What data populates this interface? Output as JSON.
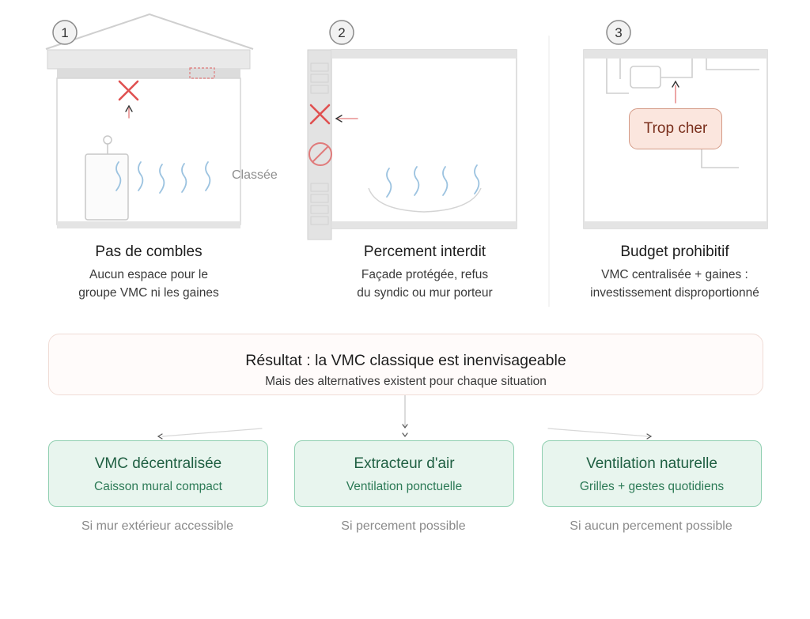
{
  "panels": [
    {
      "number": "1",
      "title": "Pas de combles",
      "desc_line1": "Aucun espace pour le",
      "desc_line2": "groupe VMC ni les gaines"
    },
    {
      "number": "2",
      "title": "Percement interdit",
      "desc_line1": "Façade protégée, refus",
      "desc_line2": "du syndic ou mur porteur",
      "badge": "Classée"
    },
    {
      "number": "3",
      "title": "Budget prohibitif",
      "desc_line1": "VMC centralisée + gaines :",
      "desc_line2": "investissement disproportionné",
      "badge": "Trop cher"
    }
  ],
  "result": {
    "title": "Résultat : la VMC classique est inenvisageable",
    "subtitle": "Mais des alternatives existent pour chaque situation"
  },
  "solutions": [
    {
      "title": "VMC décentralisée",
      "subtitle": "Caisson mural compact",
      "condition": "Si mur extérieur accessible"
    },
    {
      "title": "Extracteur d'air",
      "subtitle": "Ventilation ponctuelle",
      "condition": "Si percement possible"
    },
    {
      "title": "Ventilation naturelle",
      "subtitle": "Grilles + gestes quotidiens",
      "condition": "Si aucun percement possible"
    }
  ],
  "colors": {
    "danger": "#e05050",
    "money_fill": "#fbe6de",
    "money_border": "#d49a86",
    "solution_fill": "#e8f5ee",
    "solution_border": "#8fcfb0",
    "solution_text": "#1f5f42",
    "wall": "#e6e6e6",
    "steam": "#9cc3e0"
  }
}
